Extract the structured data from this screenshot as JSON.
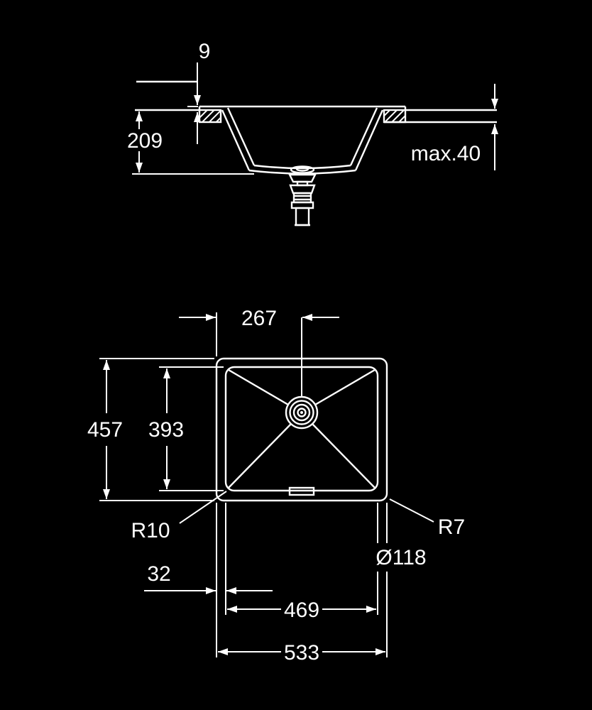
{
  "colors": {
    "background": "#000000",
    "line": "#ffffff"
  },
  "side_view": {
    "dim_rim_height": "9",
    "dim_bowl_depth": "209",
    "dim_max_counter_thickness": "max.40"
  },
  "plan_view": {
    "dim_center_to_edge": "267",
    "dim_outer_length": "457",
    "dim_bowl_length": "393",
    "dim_bowl_corner_radius": "R10",
    "dim_outer_corner_radius": "R7",
    "dim_drain_diameter": "Ø118",
    "dim_edge_to_bowl": "32",
    "dim_bowl_width": "469",
    "dim_outer_width": "533"
  }
}
